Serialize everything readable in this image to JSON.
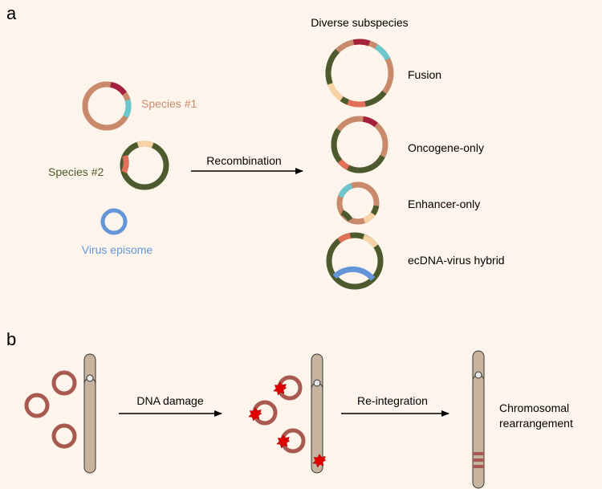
{
  "panel_a": {
    "letter": "a",
    "header": "Diverse subspecies",
    "species1_label": "Species #1",
    "species2_label": "Species #2",
    "virus_label": "Virus episome",
    "arrow_label": "Recombination",
    "outcomes": [
      "Fusion",
      "Oncogene-only",
      "Enhancer-only",
      "ecDNA-virus hybrid"
    ]
  },
  "panel_b": {
    "letter": "b",
    "arrow1_label": "DNA damage",
    "arrow2_label": "Re-integration",
    "result_line1": "Chromosomal",
    "result_line2": "rearrangement"
  },
  "colors": {
    "background": "#fdf5ec",
    "species1": "#c98a6c",
    "species2": "#4c5a2d",
    "virus": "#6495d8",
    "oncogene": "#a5203a",
    "enhancer": "#6cc6cc",
    "light_segment": "#f6d2a4",
    "salmon_segment": "#e0705a",
    "ecdna_ring": "#a85a50",
    "chromosome": "#c8b49e",
    "damage": "#e00000"
  }
}
